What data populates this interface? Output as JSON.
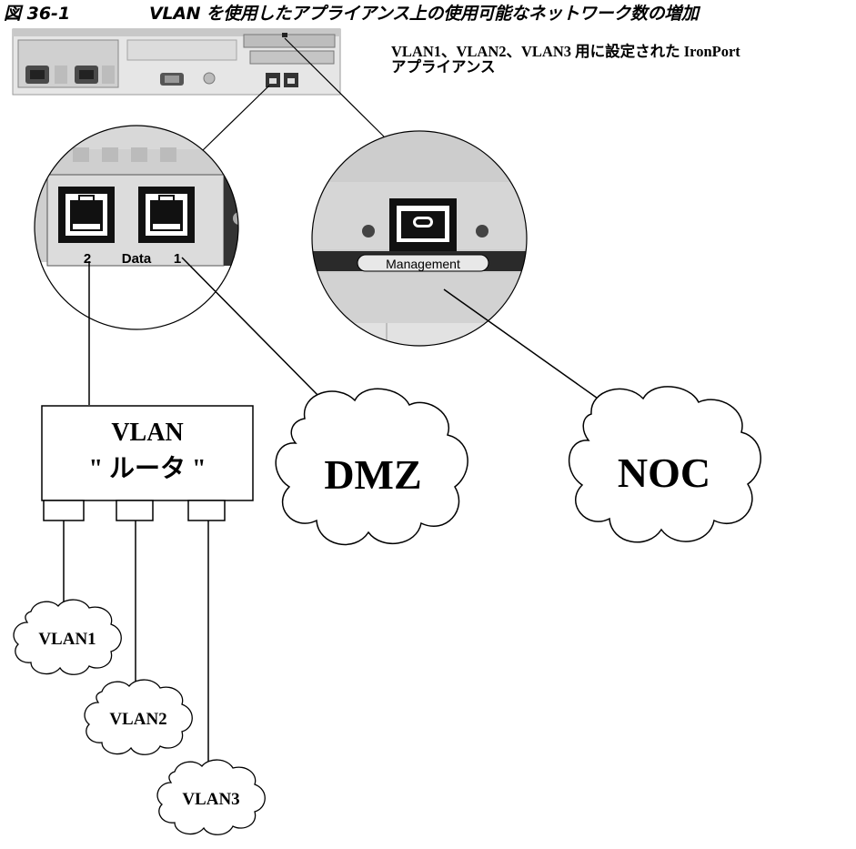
{
  "figure": {
    "number": "図 36-1",
    "title": "VLAN を使用したアプライアンス上の使用可能なネットワーク数の増加"
  },
  "appliance": {
    "caption_line1": "VLAN1、VLAN2、VLAN3 用に設定された IronPort",
    "caption_line2": "アプライアンス"
  },
  "data_ports": {
    "port2": "2",
    "port_label": "Data",
    "port1": "1"
  },
  "management_port": {
    "label": "Management"
  },
  "router": {
    "line1": "VLAN",
    "line2": "\" ルータ \""
  },
  "clouds": {
    "dmz": "DMZ",
    "noc": "NOC",
    "vlan1": "VLAN1",
    "vlan2": "VLAN2",
    "vlan3": "VLAN3"
  }
}
